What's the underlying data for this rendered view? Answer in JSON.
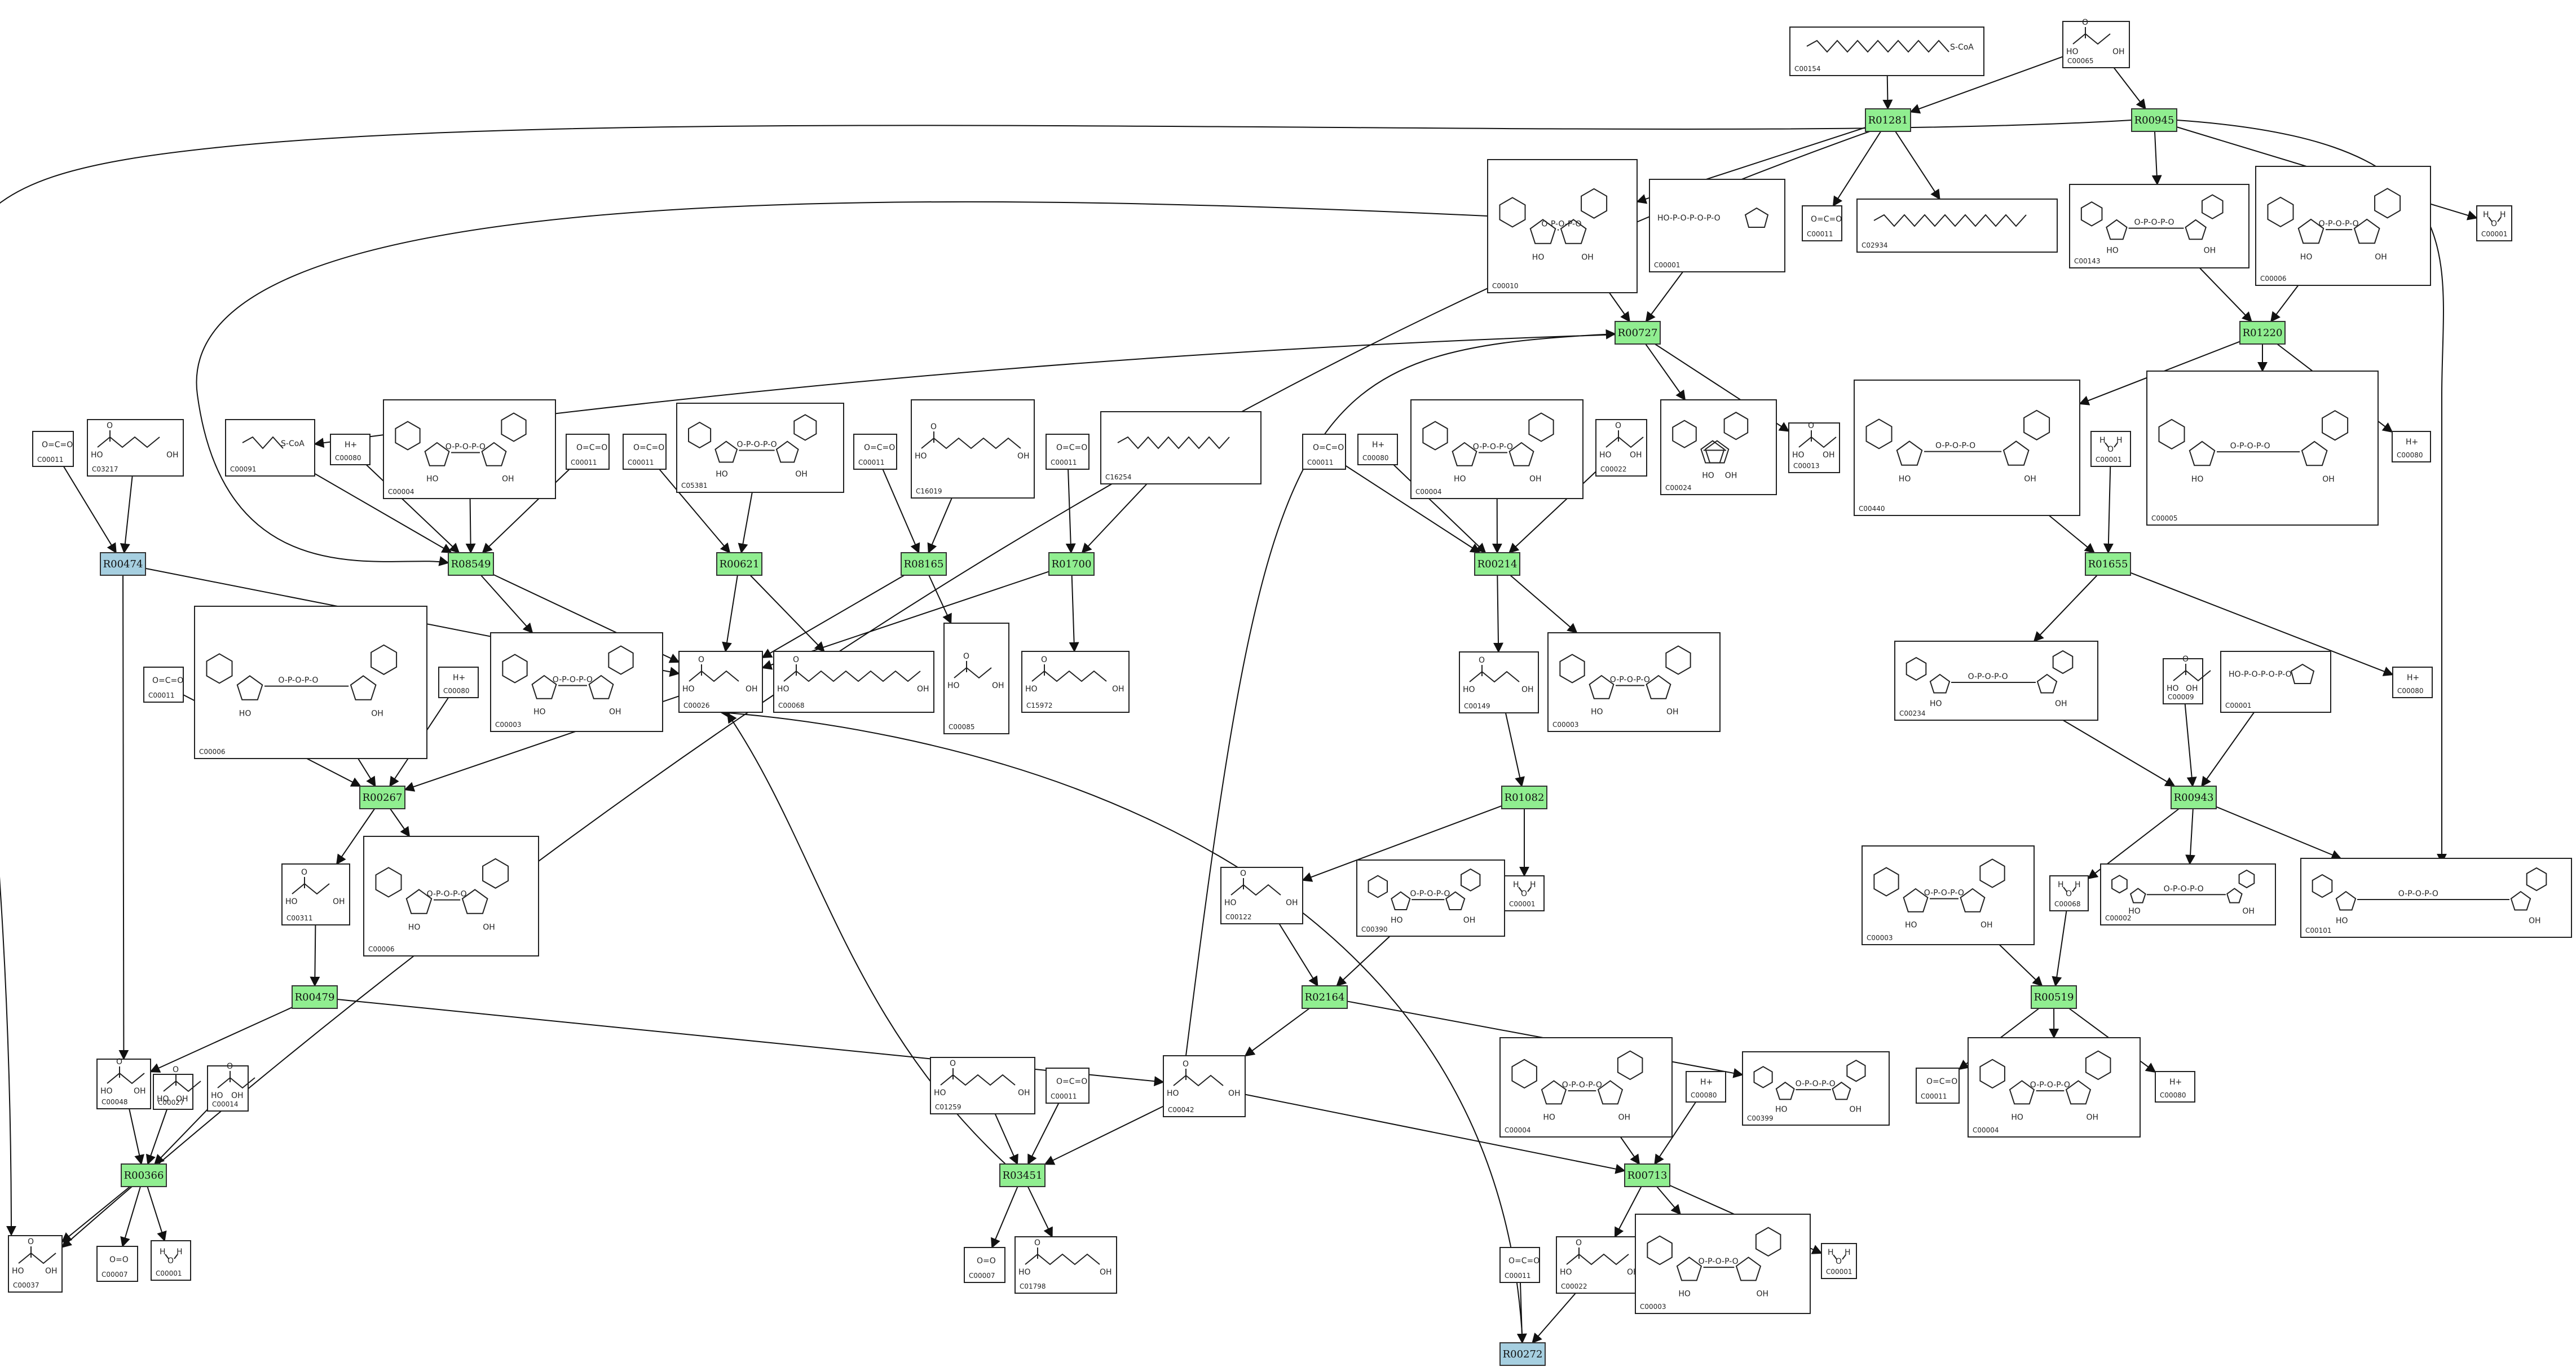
{
  "colors": {
    "reaction": "#90ee90",
    "reaction_alt": "#a6cfe0",
    "edge": "#111111",
    "box_stroke": "#222222"
  },
  "reactions": [
    {
      "id": "R01281",
      "label": "R01281",
      "type": "main"
    },
    {
      "id": "R00945",
      "label": "R00945",
      "type": "main"
    },
    {
      "id": "R00727",
      "label": "R00727",
      "type": "main"
    },
    {
      "id": "R01220",
      "label": "R01220",
      "type": "main"
    },
    {
      "id": "R00474",
      "label": "R00474",
      "type": "alt"
    },
    {
      "id": "R08549",
      "label": "R08549",
      "type": "main"
    },
    {
      "id": "R00621",
      "label": "R00621",
      "type": "main"
    },
    {
      "id": "R08165",
      "label": "R08165",
      "type": "main"
    },
    {
      "id": "R01700",
      "label": "R01700",
      "type": "main"
    },
    {
      "id": "R00214",
      "label": "R00214",
      "type": "main"
    },
    {
      "id": "R01655",
      "label": "R01655",
      "type": "main"
    },
    {
      "id": "R00267",
      "label": "R00267",
      "type": "main"
    },
    {
      "id": "R01082",
      "label": "R01082",
      "type": "main"
    },
    {
      "id": "R00943",
      "label": "R00943",
      "type": "main"
    },
    {
      "id": "R00479",
      "label": "R00479",
      "type": "main"
    },
    {
      "id": "R02164",
      "label": "R02164",
      "type": "main"
    },
    {
      "id": "R00519",
      "label": "R00519",
      "type": "main"
    },
    {
      "id": "R00366",
      "label": "R00366",
      "type": "main"
    },
    {
      "id": "R03451",
      "label": "R03451",
      "type": "main"
    },
    {
      "id": "R00713",
      "label": "R00713",
      "type": "main"
    },
    {
      "id": "R00272",
      "label": "R00272",
      "type": "alt"
    }
  ],
  "compounds": [
    {
      "id": "C00154",
      "label": "C00154",
      "struct": "chain_scoa"
    },
    {
      "id": "C00065a",
      "label": "C00065",
      "struct": "small"
    },
    {
      "id": "C00011a",
      "label": "C00011",
      "struct": "co2"
    },
    {
      "id": "C02934",
      "label": "C02934",
      "struct": "chain"
    },
    {
      "id": "C00001a",
      "label": "C00001",
      "struct": "water"
    },
    {
      "id": "C00010",
      "label": "C00010",
      "struct": "big"
    },
    {
      "id": "C00001b",
      "label": "C00001",
      "struct": "triphos"
    },
    {
      "id": "C00143",
      "label": "C00143",
      "struct": "big"
    },
    {
      "id": "C00006a",
      "label": "C00006",
      "struct": "big"
    },
    {
      "id": "C00011b",
      "label": "C00011",
      "struct": "co2"
    },
    {
      "id": "C03217",
      "label": "C03217",
      "struct": "small"
    },
    {
      "id": "C00091",
      "label": "C00091",
      "struct": "chain_scoa"
    },
    {
      "id": "C00080a",
      "label": "C00080",
      "struct": "hplus"
    },
    {
      "id": "C00004a",
      "label": "C00004",
      "struct": "big"
    },
    {
      "id": "C00011c",
      "label": "C00011",
      "struct": "co2"
    },
    {
      "id": "C00011d",
      "label": "C00011",
      "struct": "co2"
    },
    {
      "id": "C05381",
      "label": "C05381",
      "struct": "big"
    },
    {
      "id": "C00011e",
      "label": "C00011",
      "struct": "co2"
    },
    {
      "id": "C16019",
      "label": "C16019",
      "struct": "small"
    },
    {
      "id": "C00011f",
      "label": "C00011",
      "struct": "co2"
    },
    {
      "id": "C16254",
      "label": "C16254",
      "struct": "chain"
    },
    {
      "id": "C00011g",
      "label": "C00011",
      "struct": "co2"
    },
    {
      "id": "C00080b",
      "label": "C00080",
      "struct": "hplus"
    },
    {
      "id": "C00004b",
      "label": "C00004",
      "struct": "big"
    },
    {
      "id": "C00022",
      "label": "C00022",
      "struct": "small"
    },
    {
      "id": "C00024",
      "label": "C00024",
      "struct": "big"
    },
    {
      "id": "C00013",
      "label": "C00013",
      "struct": "small"
    },
    {
      "id": "C00440",
      "label": "C00440",
      "struct": "big"
    },
    {
      "id": "C00001c",
      "label": "C00001",
      "struct": "water"
    },
    {
      "id": "C00005",
      "label": "C00005",
      "struct": "big"
    },
    {
      "id": "C00080c",
      "label": "C00080",
      "struct": "hplus"
    },
    {
      "id": "C00011h",
      "label": "C00011",
      "struct": "co2"
    },
    {
      "id": "C00006b",
      "label": "C00006",
      "struct": "big"
    },
    {
      "id": "C00080d",
      "label": "C00080",
      "struct": "hplus"
    },
    {
      "id": "C00003a",
      "label": "C00003",
      "struct": "big"
    },
    {
      "id": "C00026",
      "label": "C00026",
      "struct": "small"
    },
    {
      "id": "C00068",
      "label": "C00068",
      "struct": "small"
    },
    {
      "id": "C00085",
      "label": "C00085",
      "struct": "small"
    },
    {
      "id": "C15972",
      "label": "C15972",
      "struct": "small"
    },
    {
      "id": "C00149",
      "label": "C00149",
      "struct": "small"
    },
    {
      "id": "C00003b",
      "label": "C00003",
      "struct": "big"
    },
    {
      "id": "C00234",
      "label": "C00234",
      "struct": "big"
    },
    {
      "id": "C00009",
      "label": "C00009",
      "struct": "small"
    },
    {
      "id": "C00001d",
      "label": "C00001",
      "struct": "triphos"
    },
    {
      "id": "C00080e",
      "label": "C00080",
      "struct": "hplus"
    },
    {
      "id": "C00311",
      "label": "C00311",
      "struct": "small"
    },
    {
      "id": "C00006c",
      "label": "C00006",
      "struct": "big"
    },
    {
      "id": "C00001e",
      "label": "C00001",
      "struct": "water"
    },
    {
      "id": "C00122",
      "label": "C00122",
      "struct": "small"
    },
    {
      "id": "C00390",
      "label": "C00390",
      "struct": "big"
    },
    {
      "id": "C00003c",
      "label": "C00003",
      "struct": "big"
    },
    {
      "id": "C00068b",
      "label": "C00068",
      "struct": "water"
    },
    {
      "id": "C00002",
      "label": "C00002",
      "struct": "big"
    },
    {
      "id": "C00101",
      "label": "C00101",
      "struct": "big"
    },
    {
      "id": "C00048",
      "label": "C00048",
      "struct": "small"
    },
    {
      "id": "C00027",
      "label": "C00027",
      "struct": "small"
    },
    {
      "id": "C00014",
      "label": "C00014",
      "struct": "small"
    },
    {
      "id": "C01259",
      "label": "C01259",
      "struct": "small"
    },
    {
      "id": "C00011i",
      "label": "C00011",
      "struct": "co2"
    },
    {
      "id": "C00042",
      "label": "C00042",
      "struct": "small"
    },
    {
      "id": "C00004c",
      "label": "C00004",
      "struct": "big"
    },
    {
      "id": "C00080f",
      "label": "C00080",
      "struct": "hplus"
    },
    {
      "id": "C00399",
      "label": "C00399",
      "struct": "big"
    },
    {
      "id": "C00011j",
      "label": "C00011",
      "struct": "co2"
    },
    {
      "id": "C00004d",
      "label": "C00004",
      "struct": "big"
    },
    {
      "id": "C00080g",
      "label": "C00080",
      "struct": "hplus"
    },
    {
      "id": "C00037",
      "label": "C00037",
      "struct": "small"
    },
    {
      "id": "C00007a",
      "label": "C00007",
      "struct": "o2"
    },
    {
      "id": "C00001f",
      "label": "C00001",
      "struct": "water"
    },
    {
      "id": "C00007b",
      "label": "C00007",
      "struct": "o2"
    },
    {
      "id": "C01798",
      "label": "C01798",
      "struct": "small"
    },
    {
      "id": "C00011k",
      "label": "C00011",
      "struct": "co2"
    },
    {
      "id": "C00022b",
      "label": "C00022",
      "struct": "small"
    },
    {
      "id": "C00003d",
      "label": "C00003",
      "struct": "big"
    },
    {
      "id": "C00001g",
      "label": "C00001",
      "struct": "water"
    }
  ]
}
